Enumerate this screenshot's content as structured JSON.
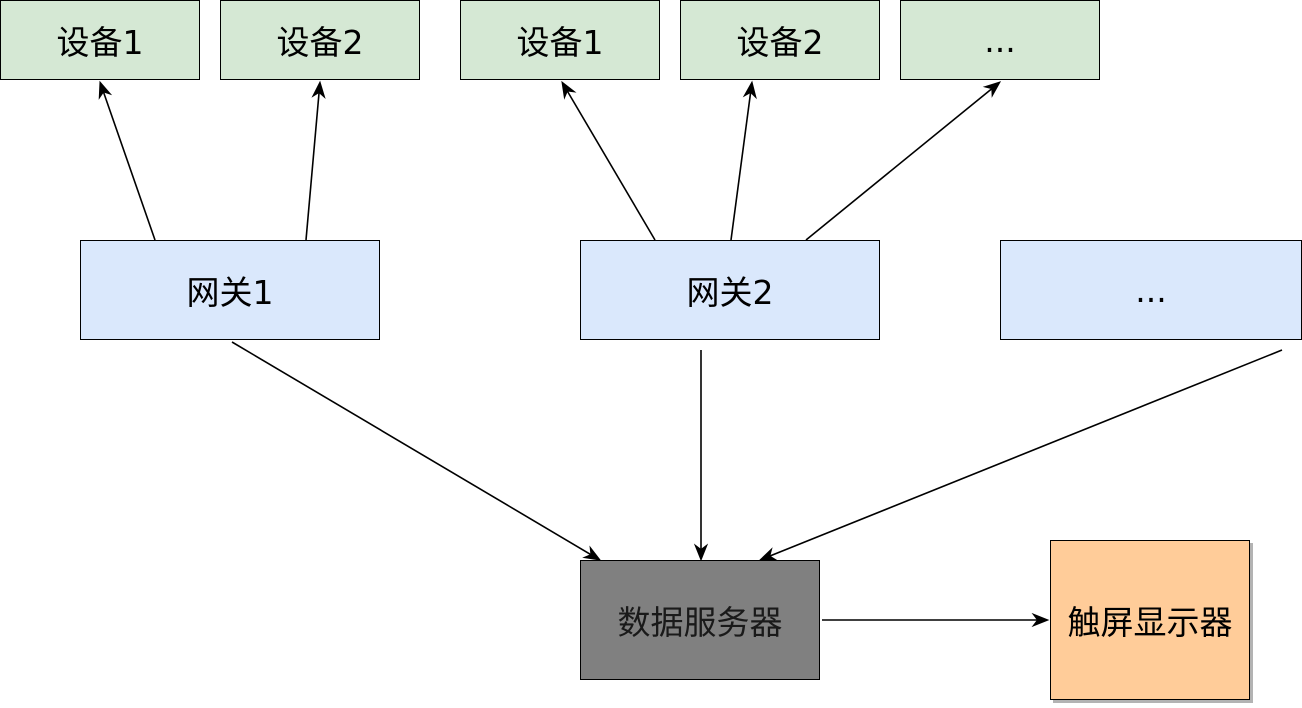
{
  "devices": {
    "group1": [
      "设备1",
      "设备2"
    ],
    "group2": [
      "设备1",
      "设备2",
      "..."
    ]
  },
  "gateways": [
    "网关1",
    "网关2",
    "..."
  ],
  "server": {
    "label": "数据服务器"
  },
  "display": {
    "label": "触屏显示器"
  },
  "edges": [
    {
      "from": "网关1",
      "to": "设备1 (group 1)"
    },
    {
      "from": "网关1",
      "to": "设备2 (group 1)"
    },
    {
      "from": "网关2",
      "to": "设备1 (group 2)"
    },
    {
      "from": "网关2",
      "to": "设备2 (group 2)"
    },
    {
      "from": "网关2",
      "to": "... (group 2)"
    },
    {
      "from": "网关1",
      "to": "数据服务器"
    },
    {
      "from": "网关2",
      "to": "数据服务器"
    },
    {
      "from": "... gateway",
      "to": "数据服务器"
    },
    {
      "from": "数据服务器",
      "to": "触屏显示器"
    }
  ],
  "colors": {
    "device_fill": "#d5e8d4",
    "gateway_fill": "#dae8fc",
    "server_fill": "#808080",
    "display_fill": "#ffcc99",
    "stroke": "#000000"
  }
}
